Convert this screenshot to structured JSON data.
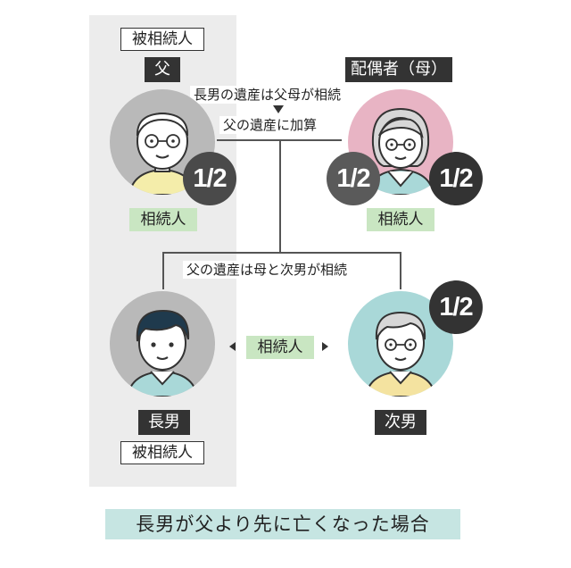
{
  "father": {
    "role_label": "被相続人",
    "name_label": "父",
    "heir_label": "相続人",
    "share": "1/2"
  },
  "mother": {
    "name_label": "配偶者（母）",
    "heir_label": "相続人",
    "shares": [
      "1/2",
      "1/2"
    ]
  },
  "eldest_son": {
    "name_label": "長男",
    "role_label": "被相続人"
  },
  "second_son": {
    "name_label": "次男",
    "share": "1/2"
  },
  "notes": {
    "eldest_estate": "長男の遺産は父母が相続",
    "added_to_father": "父の遺産に加算",
    "father_estate": "父の遺産は母と次男が相続",
    "sibling_relation": "相続人"
  },
  "caption": "長男が父より先に亡くなった場合",
  "colors": {
    "panel_gray": "#ececec",
    "green_label": "#c9e6c2",
    "caption_bg": "#c6e5e2",
    "father_circle": "#b9b9b9",
    "mother_circle": "#e8b4c4",
    "eldest_circle": "#b9b9b9",
    "second_circle": "#a9d8d8",
    "share_dark": "#333333",
    "share_mid": "#5a5a5a"
  }
}
